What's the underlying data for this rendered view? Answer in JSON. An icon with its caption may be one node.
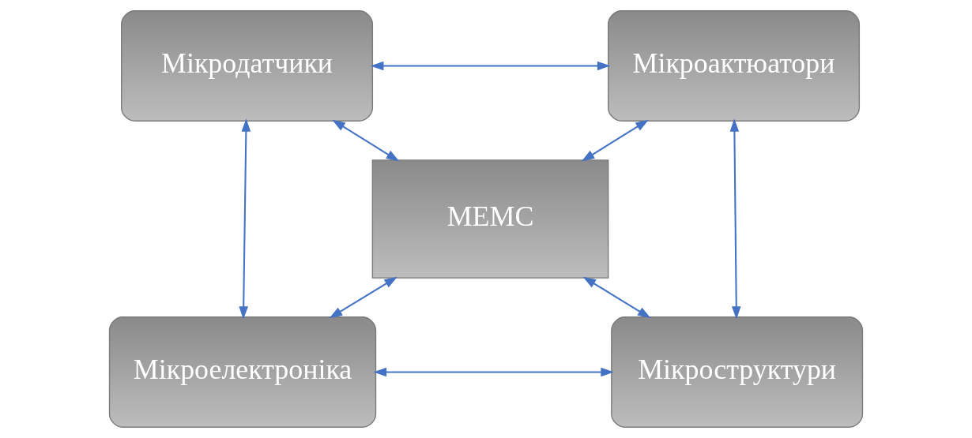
{
  "diagram": {
    "nodes": [
      {
        "text": [
          "Мікродатчики"
        ]
      },
      {
        "text": [
          "Мікроактюатори"
        ]
      },
      {
        "text": [
          "МЕМС"
        ]
      },
      {
        "text": [
          "Мікроелектроніка"
        ]
      },
      {
        "text": [
          "Мікроструктури"
        ]
      }
    ],
    "edges": [
      {
        "from": 0,
        "to": 1,
        "arrow": "both"
      },
      {
        "from": 0,
        "to": 2,
        "arrow": "both"
      },
      {
        "from": 1,
        "to": 2,
        "arrow": "both"
      },
      {
        "from": 0,
        "to": 3,
        "arrow": "both"
      },
      {
        "from": 1,
        "to": 4,
        "arrow": "both"
      },
      {
        "from": 3,
        "to": 2,
        "arrow": "both"
      },
      {
        "from": 2,
        "to": 4,
        "arrow": "both"
      },
      {
        "from": 3,
        "to": 4,
        "arrow": "both"
      }
    ]
  }
}
